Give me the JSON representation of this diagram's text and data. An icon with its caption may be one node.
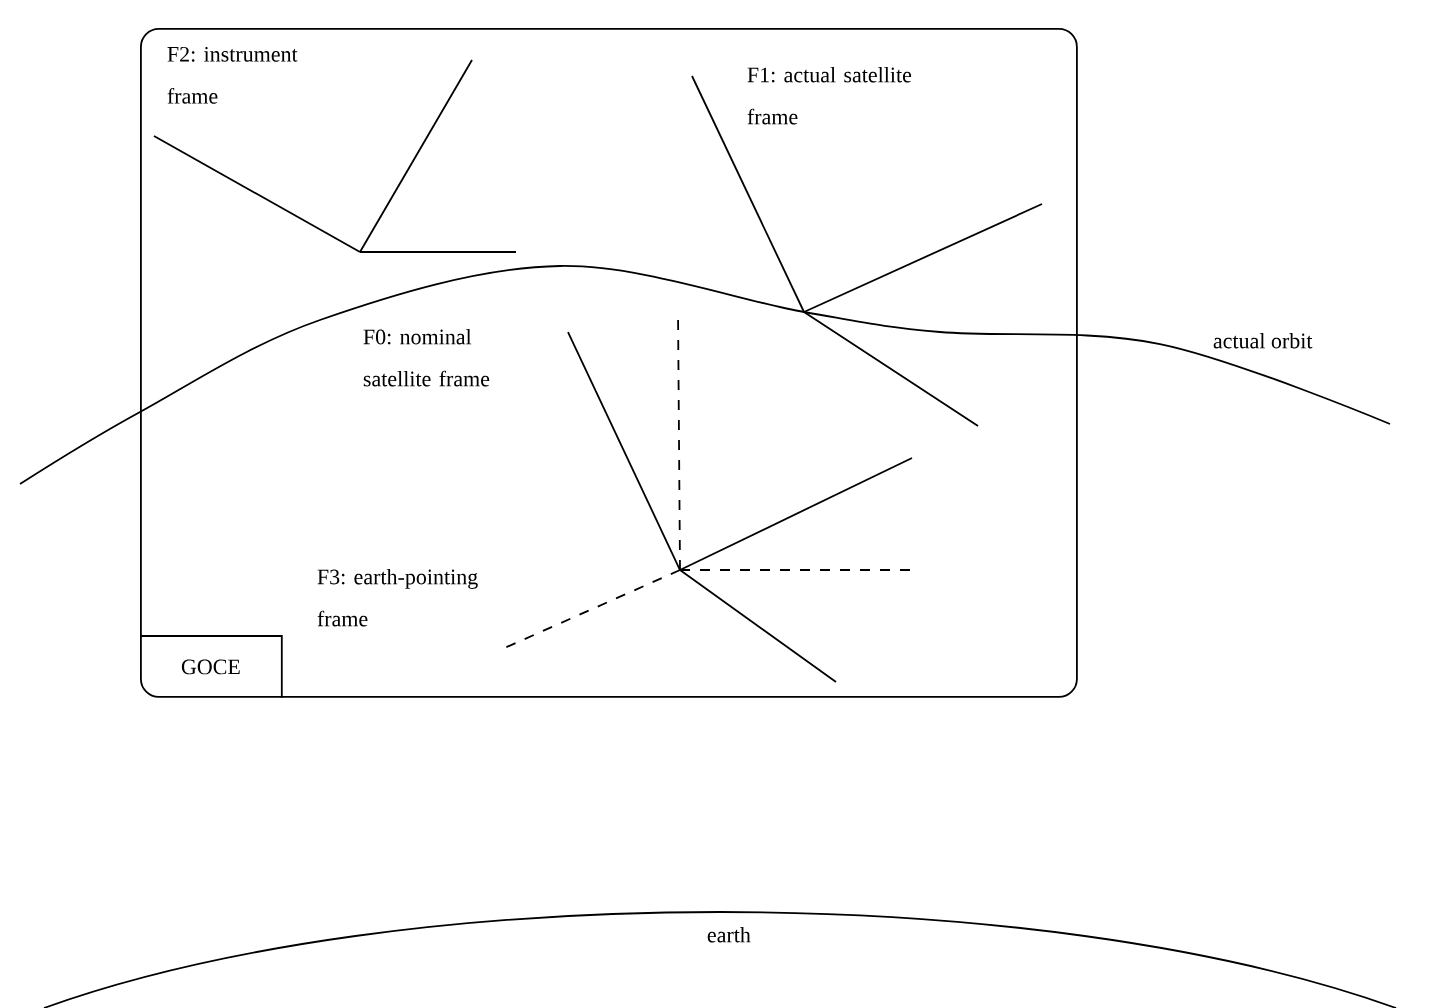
{
  "diagram": {
    "nodes": [
      {
        "text": [],
        "shape": "box"
      },
      {
        "text": [
          "GOCE"
        ],
        "in": 0
      }
    ],
    "edges": [],
    "labels": [
      "F2: instrument frame",
      "F1: actual satellite frame",
      "actual orbit",
      "F0: nominal satellite frame",
      "F3: earth-pointing frame",
      "earth"
    ]
  }
}
